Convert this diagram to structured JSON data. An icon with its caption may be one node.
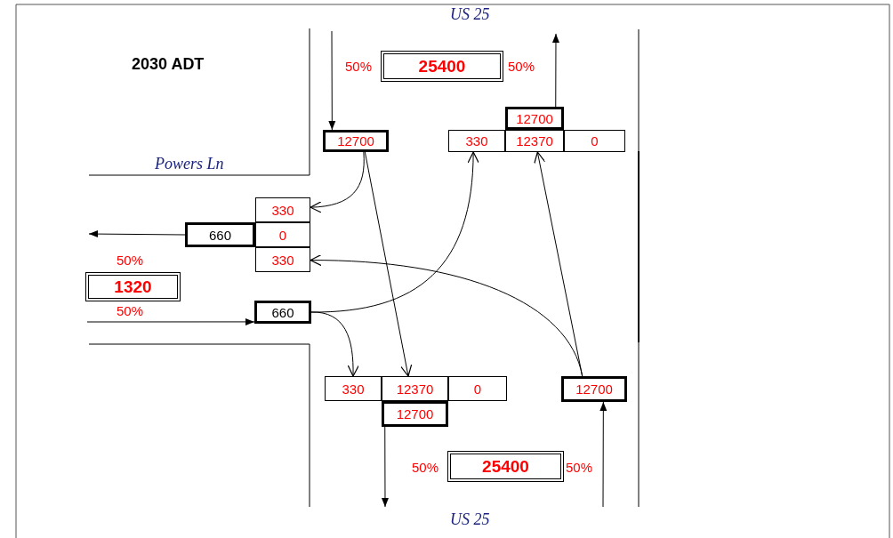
{
  "diagram": {
    "nodes": [
      {
        "text": [
          "25400"
        ],
        "beside": [
          "50%",
          "50%"
        ]
      },
      {
        "text": [
          "12700"
        ]
      },
      {
        "text": [
          "12700"
        ]
      },
      {
        "text": [
          "330"
        ]
      },
      {
        "text": [
          "12370"
        ]
      },
      {
        "text": [
          "0"
        ]
      },
      {
        "text": [
          "330"
        ]
      },
      {
        "text": [
          "660"
        ]
      },
      {
        "text": [
          "0"
        ]
      },
      {
        "text": [
          "330"
        ]
      },
      {
        "text": [
          "1320"
        ],
        "beside": [
          "50%",
          "50%"
        ]
      },
      {
        "text": [
          "660"
        ]
      },
      {
        "text": [
          "330"
        ]
      },
      {
        "text": [
          "12370"
        ]
      },
      {
        "text": [
          "0"
        ]
      },
      {
        "text": [
          "12700"
        ]
      },
      {
        "text": [
          "12700"
        ]
      },
      {
        "text": [
          "25400"
        ],
        "beside": [
          "50%",
          "50%"
        ]
      }
    ],
    "edges": [
      {
        "from": null,
        "to": 1,
        "arrow": "to"
      },
      {
        "from": 2,
        "to": null,
        "arrow": "to"
      },
      {
        "from": 1,
        "to": 6,
        "arrow": "to"
      },
      {
        "from": 1,
        "to": 13,
        "arrow": "to"
      },
      {
        "from": 7,
        "to": null,
        "arrow": "to"
      },
      {
        "from": null,
        "to": 11,
        "arrow": "to"
      },
      {
        "from": 11,
        "to": 3,
        "arrow": "to"
      },
      {
        "from": 11,
        "to": 12,
        "arrow": "to"
      },
      {
        "from": 16,
        "to": 9,
        "arrow": "to"
      },
      {
        "from": 16,
        "to": 4,
        "arrow": "to"
      },
      {
        "from": 15,
        "to": null,
        "arrow": "to"
      },
      {
        "from": null,
        "to": 16,
        "arrow": "to"
      }
    ],
    "labels": [
      "US 25",
      "2030 ADT",
      "Powers Ln",
      "US 25"
    ]
  }
}
